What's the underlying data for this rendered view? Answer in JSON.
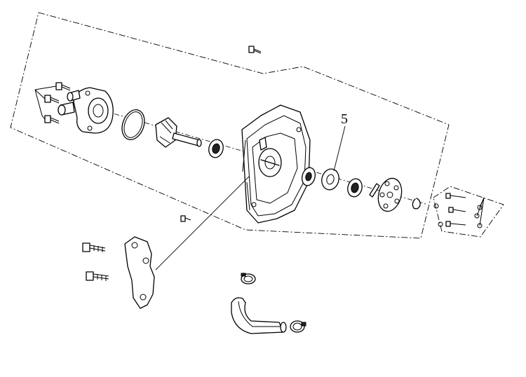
{
  "diagram": {
    "type": "exploded-parts-view",
    "callouts": [
      {
        "label": "5",
        "refers_to": "seal-washer"
      }
    ],
    "colors": {
      "line": "#000000",
      "background": "#ffffff"
    }
  }
}
